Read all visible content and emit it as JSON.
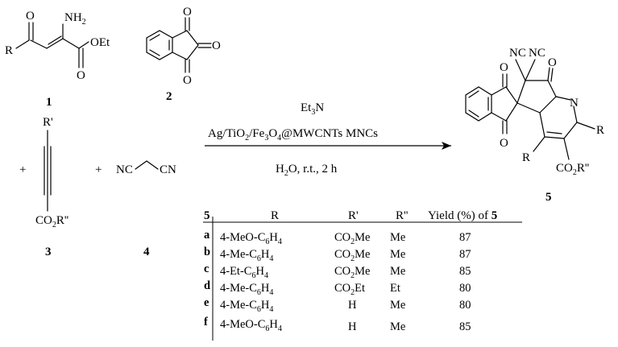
{
  "compounds": {
    "c1": {
      "label": "1",
      "atoms": {
        "O": "O",
        "NH2_N": "NH",
        "NH2_sub": "2",
        "R": "R",
        "OEt": "OEt",
        "O2": "O"
      }
    },
    "c2": {
      "label": "2",
      "atoms": {
        "O1": "O",
        "O2": "O",
        "O3": "O"
      }
    },
    "c3": {
      "label": "3",
      "atoms": {
        "Rp": "R'",
        "CO2Rpp_a": "CO",
        "CO2Rpp_sub": "2",
        "CO2Rpp_b": "R''"
      }
    },
    "c4": {
      "label": "4",
      "atoms": {
        "NC": "NC",
        "CN": "CN"
      }
    },
    "c5": {
      "label": "5",
      "atoms": {
        "NC1": "NC",
        "NC2": "NC",
        "Otl": "O",
        "Otr": "O",
        "Obl": "O",
        "N": "N",
        "R6": "R",
        "R": "R",
        "CO2_a": "CO",
        "CO2_sub": "2",
        "CO2_b": "R''"
      }
    },
    "plus1": "+",
    "plus2": "+"
  },
  "conditions": {
    "line1": "Et",
    "line1_sub": "3",
    "line1_b": "N",
    "line2_a": "Ag/TiO",
    "line2_sub1": "2",
    "line2_b": "/Fe",
    "line2_sub2": "3",
    "line2_c": "O",
    "line2_sub3": "4",
    "line2_d": "@MWCNTs MNCs",
    "line3_a": "H",
    "line3_sub": "2",
    "line3_b": "O, r.t., 2 h"
  },
  "table": {
    "headers": {
      "id": "5",
      "r": "R",
      "rp": "R'",
      "rpp": "R''",
      "yield_a": "Yield (%) of ",
      "yield_b": "5"
    },
    "rows": [
      {
        "id": "a",
        "r_a": "4-MeO-C",
        "r_sub1": "6",
        "r_b": "H",
        "r_sub2": "4",
        "rp_a": "CO",
        "rp_sub": "2",
        "rp_b": "Me",
        "rpp": "Me",
        "yield": "87"
      },
      {
        "id": "b",
        "r_a": "4-Me-C",
        "r_sub1": "6",
        "r_b": "H",
        "r_sub2": "4",
        "rp_a": "CO",
        "rp_sub": "2",
        "rp_b": "Me",
        "rpp": "Me",
        "yield": "87"
      },
      {
        "id": "c",
        "r_a": "4-Et-C",
        "r_sub1": "6",
        "r_b": "H",
        "r_sub2": "4",
        "rp_a": "CO",
        "rp_sub": "2",
        "rp_b": "Me",
        "rpp": "Me",
        "yield": "85"
      },
      {
        "id": "d",
        "r_a": "4-Me-C",
        "r_sub1": "6",
        "r_b": "H",
        "r_sub2": "4",
        "rp_a": "CO",
        "rp_sub": "2",
        "rp_b": "Et",
        "rpp": "Et",
        "yield": "80"
      },
      {
        "id": "e",
        "r_a": "4-Me-C",
        "r_sub1": "6",
        "r_b": "H",
        "r_sub2": "4",
        "rp_a": "H",
        "rp_sub": "",
        "rp_b": "",
        "rpp": "Me",
        "yield": "80"
      },
      {
        "id": "f",
        "r_a": "4-MeO-C",
        "r_sub1": "6",
        "r_b": "H",
        "r_sub2": "4",
        "rp_a": "H",
        "rp_sub": "",
        "rp_b": "",
        "rpp": "Me",
        "yield": "85"
      }
    ]
  }
}
